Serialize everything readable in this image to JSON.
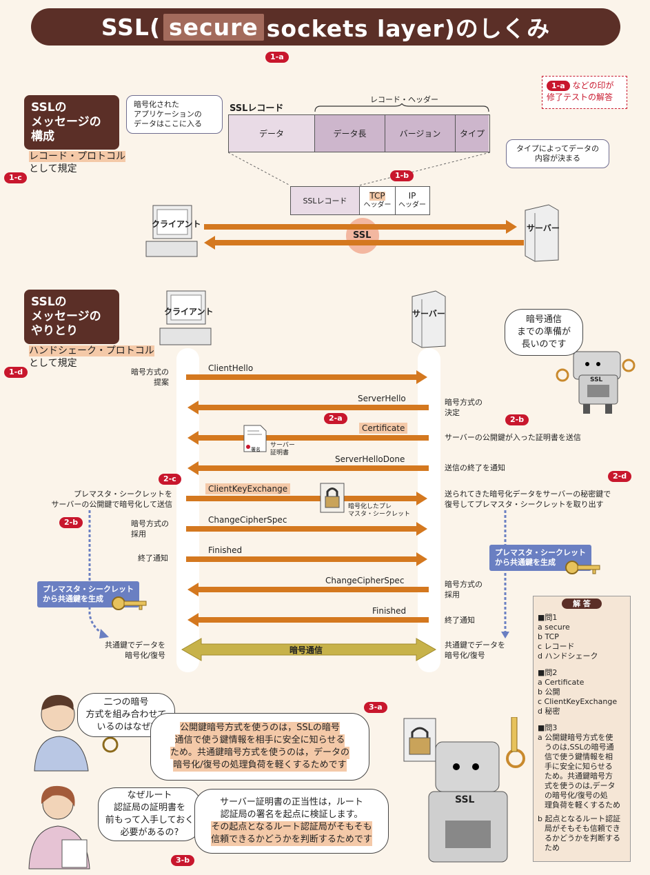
{
  "title": {
    "pre": "SSL(",
    "highlight": "secure",
    "post": "sockets layer)のしくみ"
  },
  "badges": {
    "b1a": "1-a",
    "b1b": "1-b",
    "b1c": "1-c",
    "b1d": "1-d",
    "b2a": "2-a",
    "b2b": "2-b",
    "b2b2": "2-b",
    "b2c": "2-c",
    "b2d": "2-d",
    "b3a": "3-a",
    "b3b": "3-b",
    "note": "1-a"
  },
  "note": {
    "line1": "などの印が",
    "line2": "修了テストの解答"
  },
  "section1": {
    "title1": "SSLの",
    "title2": "メッセージの",
    "title3": "構成",
    "desc1": "レコード・プロトコル",
    "desc2": "として規定"
  },
  "section2": {
    "title1": "SSLの",
    "title2": "メッセージの",
    "title3": "やりとり",
    "desc1": "ハンドシェーク・プロトコル",
    "desc2": "として規定"
  },
  "record": {
    "label": "SSLレコード",
    "header_label": "レコード・ヘッダー",
    "cells": [
      "データ",
      "データ長",
      "バージョン",
      "タイプ"
    ]
  },
  "callouts": {
    "data1": "暗号化された",
    "data2": "アプリケーションの",
    "data3": "データはここに入る",
    "type1": "タイプによってデータの",
    "type2": "内容が決まる"
  },
  "packet": {
    "ssl": "SSLレコード",
    "tcp1": "TCP",
    "tcp2": "ヘッダー",
    "ip1": "IP",
    "ip2": "ヘッダー"
  },
  "top_diagram": {
    "client": "クライアント",
    "server": "サーバー",
    "ssl": "SSL"
  },
  "handshake": {
    "client": "クライアント",
    "server": "サーバー",
    "messages": [
      "ClientHello",
      "ServerHello",
      "Certificate",
      "ServerHelloDone",
      "ClientKeyExchange",
      "ChangeCipherSpec",
      "Finished",
      "ChangeCipherSpec",
      "Finished",
      "暗号通信"
    ],
    "left_notes": {
      "n1a": "暗号方式の",
      "n1b": "提案",
      "n2a": "プレマスタ・シークレットを",
      "n2b": "サーバーの公開鍵で暗号化して送信",
      "n3a": "暗号方式の",
      "n3b": "採用",
      "n4": "終了通知",
      "n5a": "共通鍵でデータを",
      "n5b": "暗号化/復号"
    },
    "right_notes": {
      "n1a": "暗号方式の",
      "n1b": "決定",
      "n2": "サーバーの公開鍵が入った証明書を送信",
      "n3": "送信の終了を通知",
      "n4a": "送られてきた暗号化データをサーバーの秘密鍵で",
      "n4b": "復号してプレマスタ・シークレットを取り出す",
      "n5a": "暗号方式の",
      "n5b": "採用",
      "n6": "終了通知",
      "n7a": "共通鍵でデータを",
      "n7b": "暗号化/復号"
    },
    "cert1": "サーバー",
    "cert2": "証明書",
    "cert_stamp": "署名",
    "lock1": "暗号化したプレ",
    "lock2": "マスタ・シークレット",
    "gen_left1": "プレマスタ・シークレット",
    "gen_left2": "から共通鍵を生成",
    "gen_right1": "プレマスタ・シークレット",
    "gen_right2": "から共通鍵を生成"
  },
  "robot_bubble": {
    "l1": "暗号通信",
    "l2": "までの準備が",
    "l3": "長いのです"
  },
  "robot_label": "SSL",
  "qa": {
    "q1": {
      "l1": "二つの暗号",
      "l2": "方式を組み合わせて",
      "l3": "いるのはなぜ?"
    },
    "a1": {
      "l1": "公開鍵暗号方式を使うのは，SSLの暗号",
      "l2": "通信で使う鍵情報を相手に安全に知らせる",
      "l3": "ため。共通鍵暗号方式を使うのは，データの",
      "l4": "暗号化/復号の処理負荷を軽くするためです"
    },
    "q2": {
      "l1": "なぜルート",
      "l2": "認証局の証明書を",
      "l3": "前もって入手しておく",
      "l4": "必要があるの?"
    },
    "a2": {
      "l1": "サーバー証明書の正当性は，ルート",
      "l2": "認証局の署名を起点に検証します。",
      "l3": "その起点となるルート認証局がそもそも",
      "l4": "信頼できるかどうかを判断するためです"
    }
  },
  "answers": {
    "header": "解 答",
    "q1": "■問1",
    "q1a": "a  secure",
    "q1b": "b  TCP",
    "q1c": "c  レコード",
    "q1d": "d  ハンドシェーク",
    "q2": "■問2",
    "q2a": "a  Certificate",
    "q2b": "b  公開",
    "q2c": "c  ClientKeyExchange",
    "q2d": "d  秘密",
    "q3": "■問3",
    "q3a": [
      "a  公開鍵暗号方式を使",
      "うのは,SSLの暗号通",
      "信で使う鍵情報を相",
      "手に安全に知らせる",
      "ため。共通鍵暗号方",
      "式を使うのは,データ",
      "の暗号化/復号の処",
      "理負荷を軽くするため"
    ],
    "q3b": [
      "b  起点となるルート認証",
      "局がそもそも信頼でき",
      "るかどうかを判断する",
      "ため"
    ]
  },
  "colors": {
    "brown": "#5b2f27",
    "orange": "#d4781f",
    "red": "#c8172d",
    "blue": "#6a7fc2",
    "record_fill": "#e9dbe6",
    "record_header": "#cdb6cc"
  }
}
